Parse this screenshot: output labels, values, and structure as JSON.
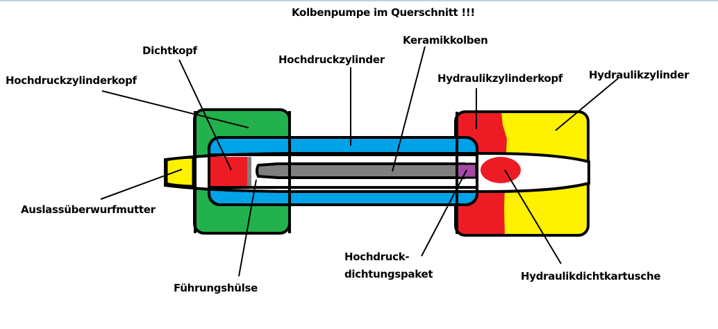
{
  "title": "Kolbenpumpe im Querschnitt !!!",
  "labels": {
    "dichtkopf": "Dichtkopf",
    "hochdruckzylinderkopf": "Hochdruckzylinderkopf",
    "hochdruckzylinder": "Hochdruckzylinder",
    "keramikkolben": "Keramikkolben",
    "hydraulikzylinderkopf": "Hydraulikzylinderkopf",
    "hydraulikzylinder": "Hydraulikzylinder",
    "auslassueberwurfmutter": "Auslassüberwurfmutter",
    "fuehrungshuelse": "Führungshülse",
    "hochdruckdichtungspaket_line1": "Hochdruck-",
    "hochdruckdichtungspaket_line2": "dichtungspaket",
    "hydraulikdichtkartusche": "Hydraulikdichtkartusche"
  },
  "colors": {
    "green": "#22b14c",
    "blue": "#00a2e8",
    "red": "#ed1c24",
    "yellow": "#fff200",
    "gray": "#7f7f7f",
    "purple": "#a349a4",
    "outline": "#000000"
  }
}
